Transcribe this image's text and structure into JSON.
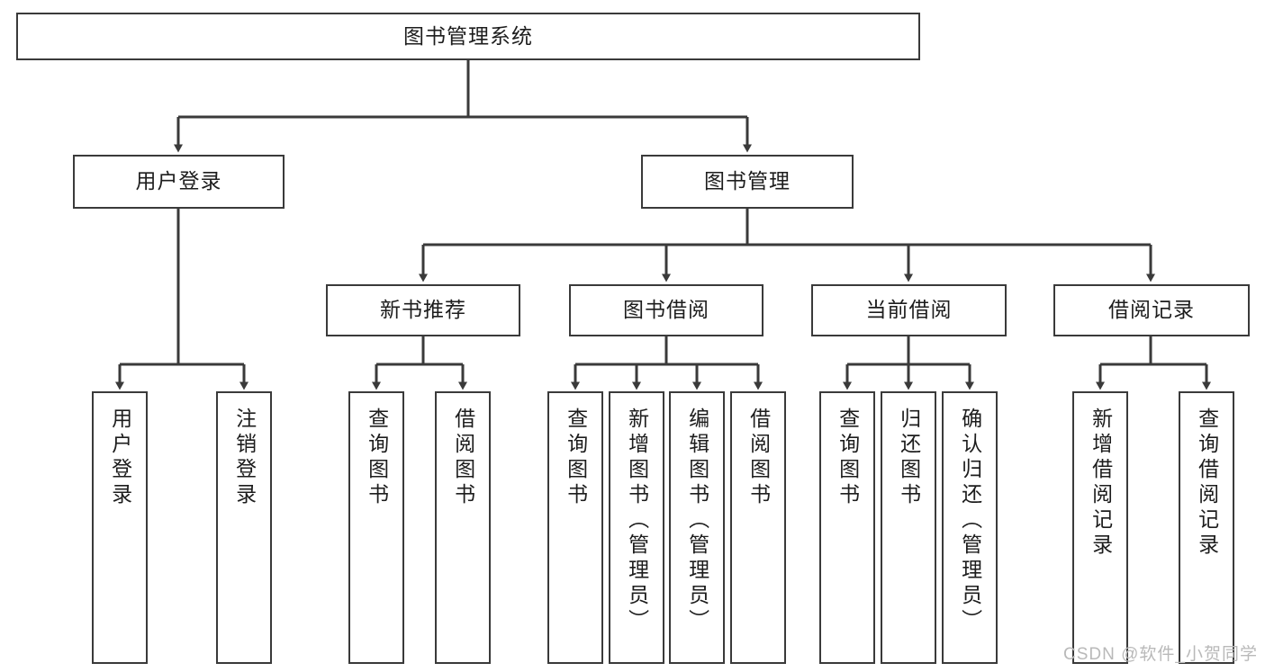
{
  "diagram": {
    "title": "图书管理系统",
    "type": "tree-hierarchy",
    "watermark": "CSDN @软件_小贺同学",
    "line_color": "#3a3a3a",
    "box_fill": "#ffffff",
    "text_color": "#1d1d1d",
    "watermark_color": "#b9b9b9"
  },
  "nodes": {
    "root": {
      "label": "图书管理系统"
    },
    "level2": [
      {
        "id": "user-login",
        "label": "用户登录"
      },
      {
        "id": "book-manage",
        "label": "图书管理"
      }
    ],
    "level3": [
      {
        "id": "new-book-recommend",
        "label": "新书推荐"
      },
      {
        "id": "book-borrow",
        "label": "图书借阅"
      },
      {
        "id": "current-borrow",
        "label": "当前借阅"
      },
      {
        "id": "borrow-record",
        "label": "借阅记录"
      }
    ],
    "leaves": {
      "user_login": [
        {
          "id": "leaf-user-login",
          "label": "用户登录"
        },
        {
          "id": "leaf-logout-login",
          "label": "注销登录"
        }
      ],
      "new_book_recommend": [
        {
          "id": "leaf-query-book-1",
          "label": "查询图书"
        },
        {
          "id": "leaf-borrow-book-1",
          "label": "借阅图书"
        }
      ],
      "book_borrow": [
        {
          "id": "leaf-query-book-2",
          "label": "查询图书"
        },
        {
          "id": "leaf-add-book",
          "label": "新增图书（管理员）"
        },
        {
          "id": "leaf-edit-book",
          "label": "编辑图书（管理员）"
        },
        {
          "id": "leaf-borrow-book-2",
          "label": "借阅图书"
        }
      ],
      "current_borrow": [
        {
          "id": "leaf-query-book-3",
          "label": "查询图书"
        },
        {
          "id": "leaf-return-book",
          "label": "归还图书"
        },
        {
          "id": "leaf-confirm-return",
          "label": "确认归还（管理员）"
        }
      ],
      "borrow_record": [
        {
          "id": "leaf-add-record",
          "label": "新增借阅记录"
        },
        {
          "id": "leaf-query-record",
          "label": "查询借阅记录"
        }
      ]
    }
  }
}
